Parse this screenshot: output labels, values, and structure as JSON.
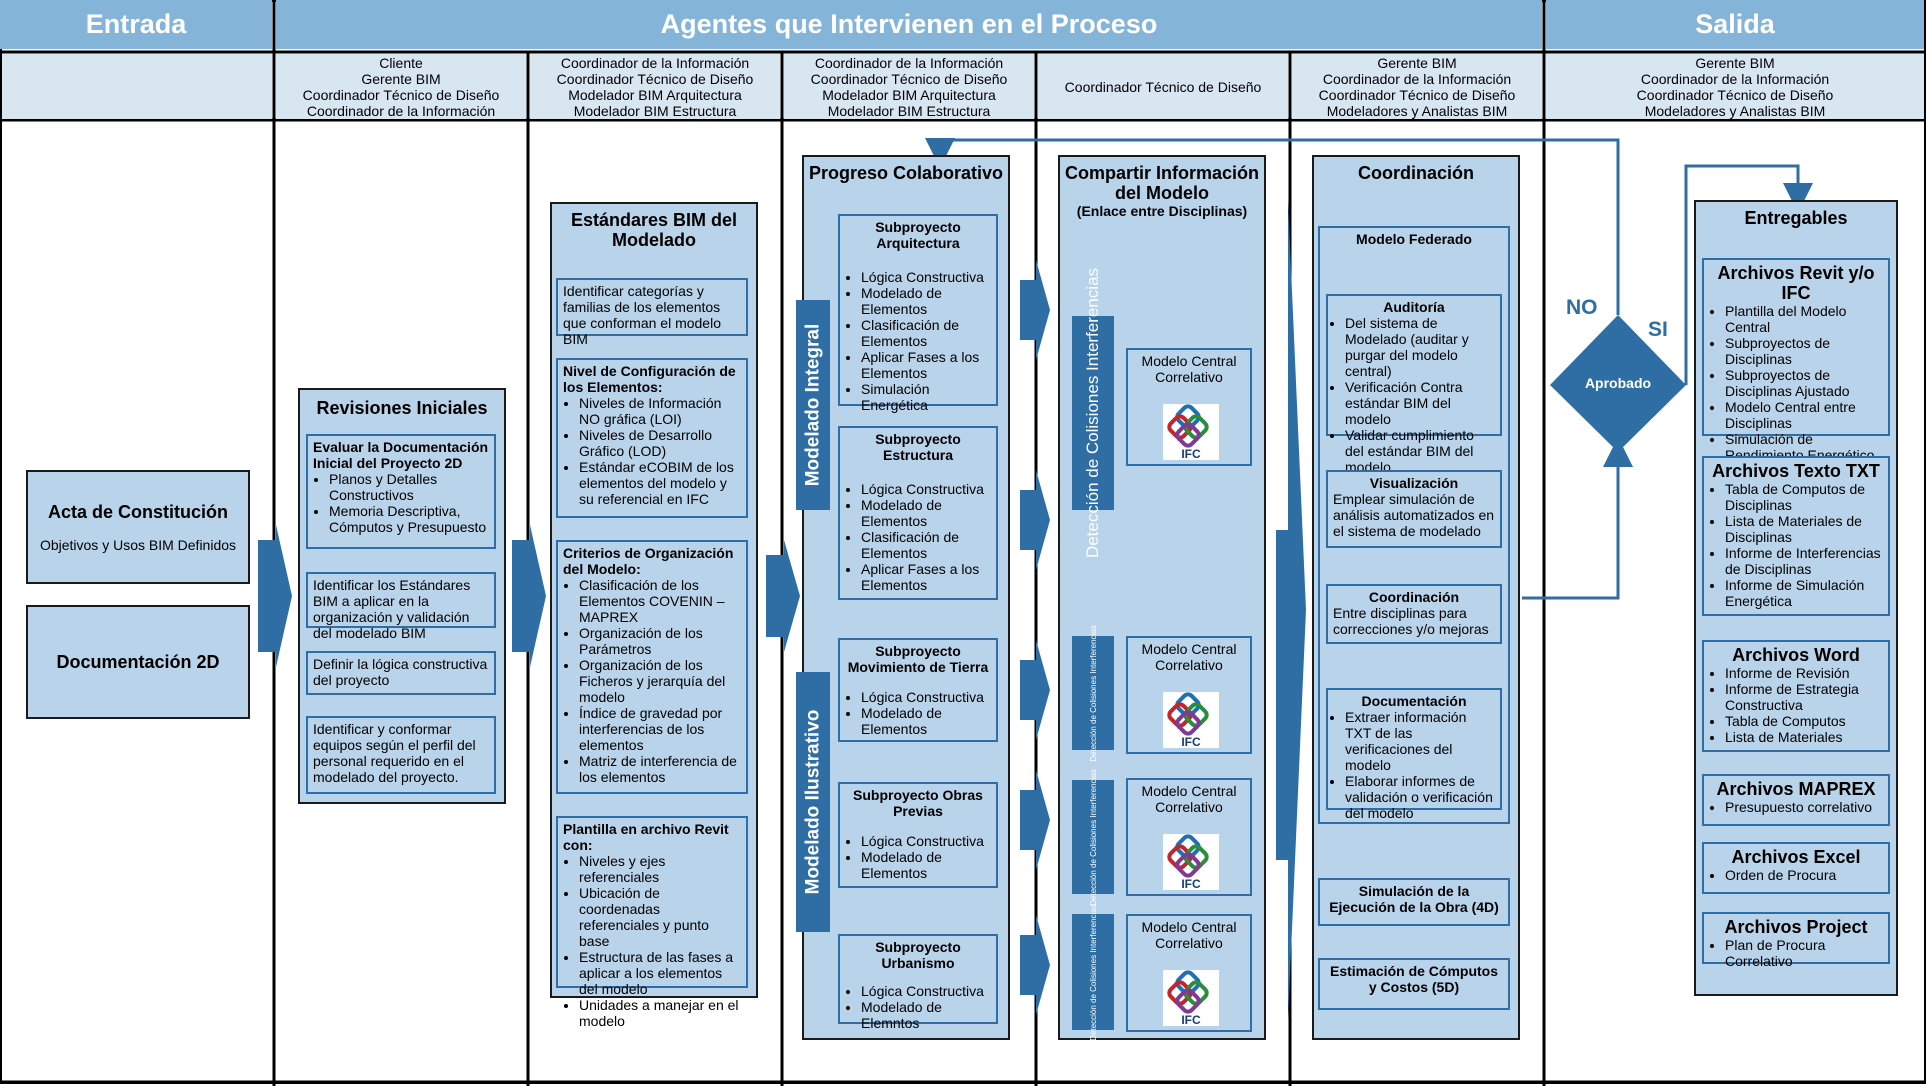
{
  "header": {
    "entrada": "Entrada",
    "agentes": "Agentes que Intervienen en el Proceso",
    "salida": "Salida"
  },
  "agents": [
    [
      "Cliente",
      "Gerente BIM",
      "Coordinador Técnico de Diseño",
      "Coordinador de la Información"
    ],
    [
      "Coordinador de la Información",
      "Coordinador Técnico de Diseño",
      "Modelador BIM Arquitectura",
      "Modelador BIM Estructura"
    ],
    [
      "Coordinador de la Información",
      "Coordinador Técnico de Diseño",
      "Modelador BIM Arquitectura",
      "Modelador BIM Estructura"
    ],
    [
      "Coordinador Técnico de Diseño"
    ],
    [
      "Gerente BIM",
      "Coordinador de la Información",
      "Coordinador Técnico de Diseño",
      "Modeladores y Analistas BIM"
    ],
    [
      "Gerente BIM",
      "Coordinador de la Información",
      "Coordinador Técnico de Diseño",
      "Modeladores y Analistas BIM"
    ]
  ],
  "entrada": {
    "acta_title": "Acta de Constitución",
    "acta_sub": "Objetivos y Usos BIM Definidos",
    "doc2d": "Documentación 2D"
  },
  "revisiones": {
    "title": "Revisiones Iniciales",
    "b1_title": "Evaluar la Documentación Inicial del Proyecto 2D",
    "b1_items": [
      "Planos y Detalles Constructivos",
      "Memoria Descriptiva, Cómputos y Presupuesto"
    ],
    "b2": "Identificar los Estándares BIM a aplicar en la organización y validación del modelado BIM",
    "b3": "Definir la lógica constructiva del proyecto",
    "b4": "Identificar y conformar equipos según el perfil del personal requerido en el modelado del proyecto."
  },
  "estandares": {
    "title": "Estándares BIM del Modelado",
    "b1": "Identificar categorías y familias de los elementos que conforman el modelo BIM",
    "b2_title": "Nivel de Configuración de los Elementos:",
    "b2_items": [
      "Niveles de Información NO gráfica (LOI)",
      "Niveles de Desarrollo Gráfico (LOD)",
      "Estándar eCOBIM de los elementos del modelo y su referencial en IFC"
    ],
    "b3_title": "Criterios de Organización del Modelo:",
    "b3_items": [
      "Clasificación de los Elementos COVENIN – MAPREX",
      "Organización de los Parámetros",
      "Organización de los Ficheros y jerarquía del modelo",
      "Índice de gravedad por interferencias de los elementos",
      "Matriz de interferencia de los elementos"
    ],
    "b4_title": "Plantilla en archivo Revit con:",
    "b4_items": [
      "Niveles y ejes referenciales",
      "Ubicación de coordenadas referenciales y punto base",
      "Estructura de las fases a aplicar a los elementos del modelo",
      "Unidades a manejar en el modelo"
    ]
  },
  "progreso": {
    "title": "Progreso Colaborativo",
    "label_integral": "Modelado Integral",
    "label_ilustrativo": "Modelado Ilustrativo",
    "subs": [
      {
        "title": "Subproyecto Arquitectura",
        "items": [
          "Lógica Constructiva",
          "Modelado de Elementos",
          "Clasificación de Elementos",
          "Aplicar Fases a los Elementos",
          "Simulación Energética"
        ]
      },
      {
        "title": "Subproyecto Estructura",
        "items": [
          "Lógica Constructiva",
          "Modelado de Elementos",
          "Clasificación de Elementos",
          "Aplicar Fases a los Elementos"
        ]
      },
      {
        "title": "Subproyecto Movimiento de Tierra",
        "items": [
          "Lógica Constructiva",
          "Modelado de Elementos"
        ]
      },
      {
        "title": "Subproyecto Obras Previas",
        "items": [
          "Lógica Constructiva",
          "Modelado de Elementos"
        ]
      },
      {
        "title": "Subproyecto Urbanismo",
        "items": [
          "Lógica Constructiva",
          "Modelado de Elemntos"
        ]
      }
    ]
  },
  "compartir": {
    "title": "Compartir Información del Modelo",
    "subtitle": "(Enlace entre Disciplinas)",
    "detection_label": "Detección de Colisiones Interferencias",
    "model_label": "Modelo Central Correlativo",
    "ifc_text": "IFC"
  },
  "coordinacion": {
    "title": "Coordinación",
    "federado": "Modelo Federado",
    "auditoria_title": "Auditoría",
    "auditoria_items": [
      "Del sistema de Modelado (auditar y purgar del modelo central)",
      "Verificación Contra estándar BIM del modelo",
      "Validar cumplimiento del estándar BIM del modelo"
    ],
    "visual_title": "Visualización",
    "visual_text": "Emplear simulación de análisis automatizados en el sistema de modelado",
    "coord_title": "Coordinación",
    "coord_text": "Entre disciplinas para correcciones y/o mejoras",
    "doc_title": "Documentación",
    "doc_items": [
      "Extraer información TXT de las verificaciones del modelo",
      "Elaborar informes de validación o verificación del modelo"
    ],
    "sim4d": "Simulación de la Ejecución de la Obra (4D)",
    "est5d": "Estimación de Cómputos y Costos (5D)"
  },
  "decision": {
    "label": "Aprobado",
    "no": "NO",
    "si": "SI"
  },
  "entregables": {
    "title": "Entregables",
    "groups": [
      {
        "title": "Archivos Revit y/o IFC",
        "items": [
          "Plantilla del Modelo Central",
          "Subproyectos de Disciplinas",
          "Subproyectos de Disciplinas Ajustado",
          "Modelo Central entre Disciplinas",
          "Simulación de Rendimiento Energético"
        ]
      },
      {
        "title": "Archivos Texto TXT",
        "items": [
          "Tabla de Computos de Disciplinas",
          "Lista de Materiales de Disciplinas",
          "Informe de Interferencias de Disciplinas",
          "Informe de Simulación Energética"
        ]
      },
      {
        "title": "Archivos Word",
        "items": [
          "Informe de Revisión",
          "Informe de Estrategia Constructiva",
          "Tabla de Computos",
          "Lista de Materiales"
        ]
      },
      {
        "title": "Archivos MAPREX",
        "items": [
          "Presupuesto correlativo"
        ]
      },
      {
        "title": "Archivos Excel",
        "items": [
          "Orden de Procura"
        ]
      },
      {
        "title": "Archivos Project",
        "items": [
          "Plan de Procura Correlativo"
        ]
      }
    ]
  }
}
